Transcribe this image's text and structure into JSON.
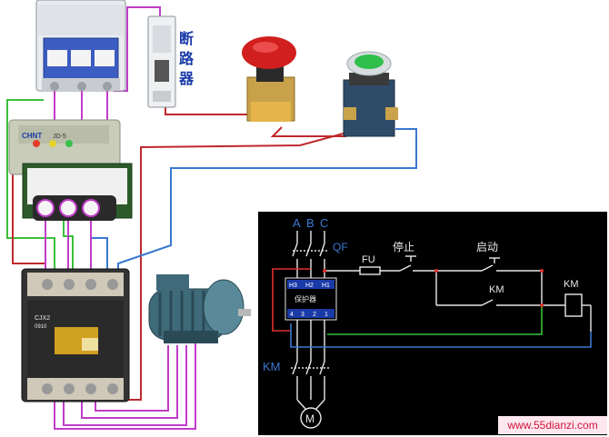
{
  "photo": {
    "breaker_label": [
      "断",
      "路",
      "器"
    ],
    "protector_brand": "CHNT",
    "protector_model": "JD-5",
    "contactor_model": "CJX2",
    "contactor_sub": "0910"
  },
  "schematic": {
    "phases": [
      "A",
      "B",
      "C"
    ],
    "qf": "QF",
    "fu": "FU",
    "stop": "停止",
    "start": "启动",
    "km_contact": "KM",
    "km_coil": "KM",
    "km_main": "KM",
    "protector_top": [
      "H3",
      "H2",
      "H1"
    ],
    "protector_name": "保护器",
    "protector_bottom": [
      "4",
      "3",
      "2",
      "1"
    ],
    "motor": "M"
  },
  "watermark": "www.55dianzi.com",
  "colors": {
    "wire_purple": "#c03cc8",
    "wire_red": "#c0282c",
    "wire_green": "#3cbf3c",
    "wire_blue": "#3a78d0",
    "schematic_bg": "#000000",
    "schematic_line": "#e8e8e8",
    "label_blue": "#1a3aa8"
  }
}
